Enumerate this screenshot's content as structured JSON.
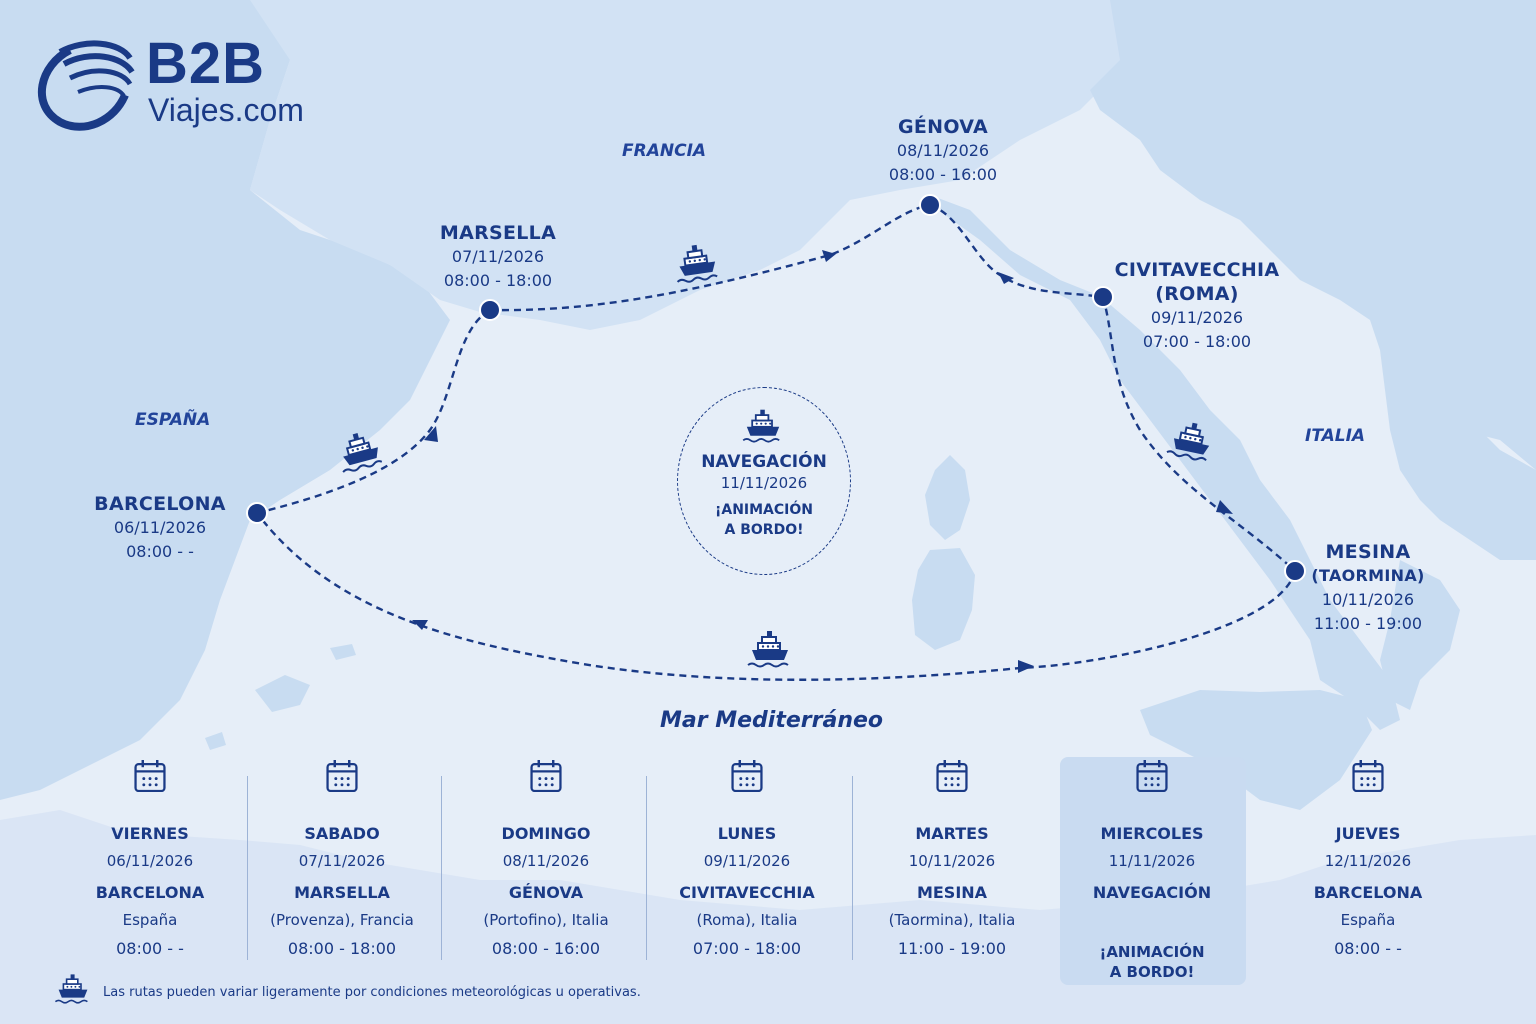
{
  "logo": {
    "brand": "B2B",
    "site": "Viajes.com"
  },
  "map": {
    "countries": [
      {
        "id": "francia",
        "label": "FRANCIA"
      },
      {
        "id": "espana",
        "label": "ESPAÑA"
      },
      {
        "id": "italia",
        "label": "ITALIA"
      }
    ],
    "sea": "Mar Mediterráneo",
    "ports": [
      {
        "id": "barcelona",
        "name": "BARCELONA",
        "date": "06/11/2026",
        "time": "08:00 -  -"
      },
      {
        "id": "marsella",
        "name": "MARSELLA",
        "date": "07/11/2026",
        "time": "08:00 - 18:00"
      },
      {
        "id": "genova",
        "name": "GÉNOVA",
        "date": "08/11/2026",
        "time": "08:00 - 16:00"
      },
      {
        "id": "civitavecchia",
        "name": "CIVITAVECCHIA",
        "name2": "(ROMA)",
        "date": "09/11/2026",
        "time": "07:00 - 18:00"
      },
      {
        "id": "mesina",
        "name": "MESINA",
        "name2": "(TAORMINA)",
        "date": "10/11/2026",
        "time": "11:00 - 19:00"
      }
    ],
    "navigation": {
      "title": "NAVEGACIÓN",
      "date": "11/11/2026",
      "activity_line1": "¡ANIMACIÓN",
      "activity_line2": "A BORDO!"
    }
  },
  "itinerary": [
    {
      "day": "VIERNES",
      "date": "06/11/2026",
      "place": "BARCELONA",
      "region": "España",
      "time": "08:00 -  -"
    },
    {
      "day": "SABADO",
      "date": "07/11/2026",
      "place": "MARSELLA",
      "region": "(Provenza), Francia",
      "time": "08:00 - 18:00"
    },
    {
      "day": "DOMINGO",
      "date": "08/11/2026",
      "place": "GÉNOVA",
      "region": "(Portofino), Italia",
      "time": "08:00 - 16:00"
    },
    {
      "day": "LUNES",
      "date": "09/11/2026",
      "place": "CIVITAVECCHIA",
      "region": "(Roma), Italia",
      "time": "07:00 - 18:00"
    },
    {
      "day": "MARTES",
      "date": "10/11/2026",
      "place": "MESINA",
      "region": "(Taormina), Italia",
      "time": "11:00 - 19:00"
    },
    {
      "day": "MIERCOLES",
      "date": "11/11/2026",
      "place": "NAVEGACIÓN",
      "activity_line1": "¡ANIMACIÓN",
      "activity_line2": "A BORDO!",
      "highlighted": true
    },
    {
      "day": "JUEVES",
      "date": "12/11/2026",
      "place": "BARCELONA",
      "region": "España",
      "time": "08:00 -  -"
    }
  ],
  "footnote": "Las rutas pueden variar ligeramente por condiciones meteorológicas u operativas.",
  "colors": {
    "navy": "#1a3a86",
    "sea": "#e6eef8",
    "land": "#c8dcf1",
    "highlight": "#c9dbf1"
  }
}
